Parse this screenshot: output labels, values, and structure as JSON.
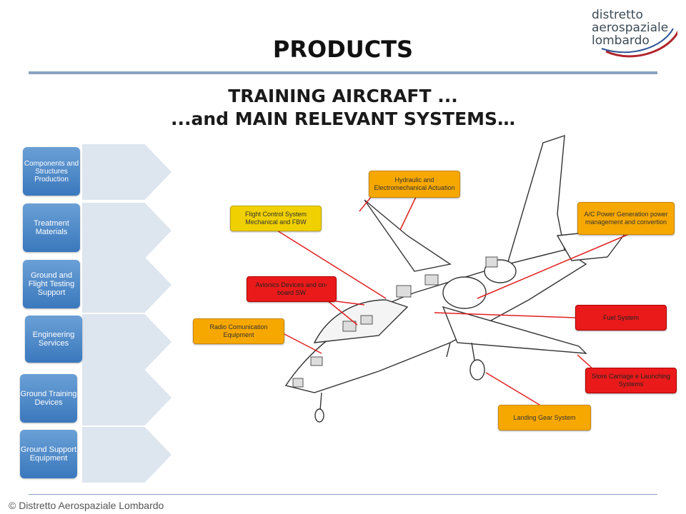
{
  "logo": {
    "line1": "distretto",
    "line2": "aerospaziale",
    "line3": "lombardo"
  },
  "title": "PRODUCTS",
  "subtitle_line1": "TRAINING AIRCRAFT ...",
  "subtitle_line2": "...and MAIN RELEVANT SYSTEMS…",
  "sidebar": {
    "items": [
      {
        "label": "Components and Structures Production"
      },
      {
        "label": "Treatment Materials"
      },
      {
        "label": "Ground and Flight Testing Support"
      },
      {
        "label": "Engineering Services"
      },
      {
        "label": "Ground Training Devices"
      },
      {
        "label": "Ground Support Equipment"
      }
    ]
  },
  "callouts": {
    "hydraulic": "Hydraulic and Electromechanical Actuation",
    "flight_control": "Flight Control System Mechanical and FBW",
    "power": "A/C Power Generation power management and convertion",
    "avionics": "Avionics Devices and on-board SW",
    "radio": "Radio Comunication Equipment",
    "fuel": "Fuel System",
    "store": "Store Carriage e Launching Systems",
    "landing": "Landing Gear System"
  },
  "colors": {
    "orange": "#f7a800",
    "yellow": "#f0d000",
    "red": "#ea1a1a",
    "blue": "#3a78bd"
  },
  "footer": "© Distretto Aerospaziale Lombardo"
}
